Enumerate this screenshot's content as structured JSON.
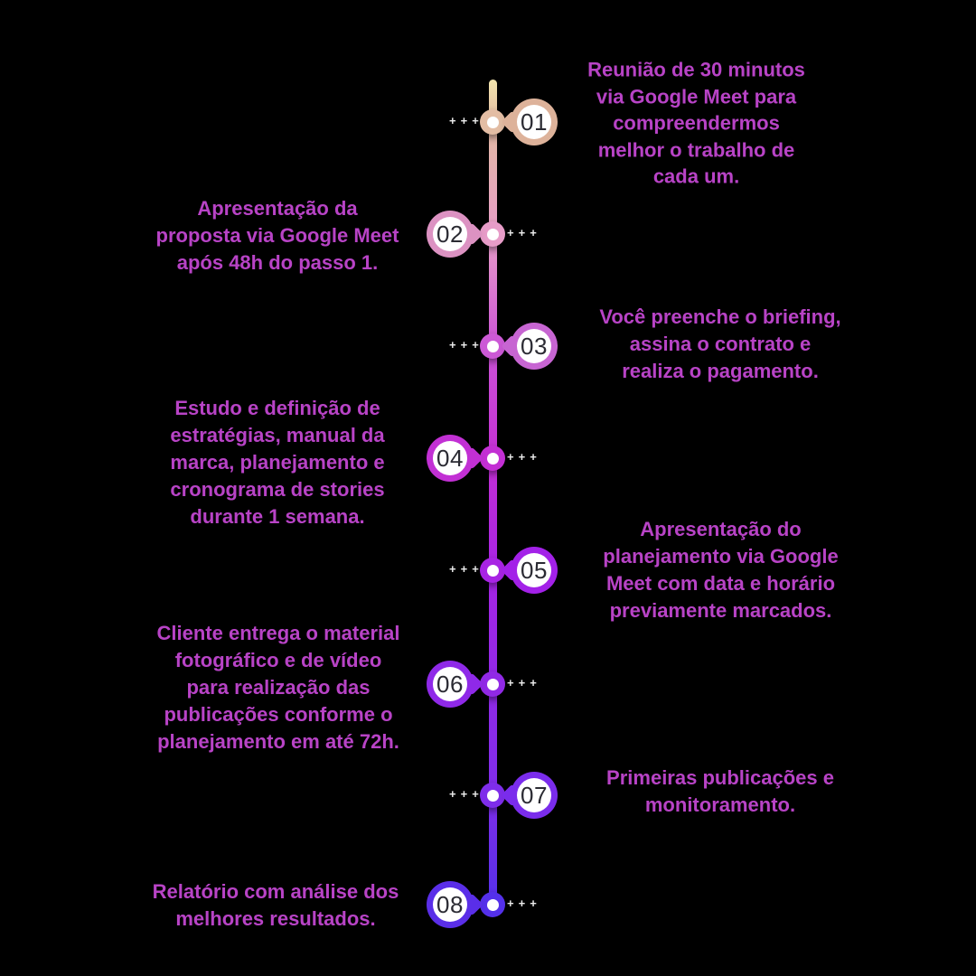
{
  "page": {
    "background_color": "#000000",
    "text_color": "#b843c6"
  },
  "timeline": {
    "line_gradient": [
      "#f2e5ae",
      "#e2bba2",
      "#e79cc8",
      "#cc54d6",
      "#c32fd4",
      "#a824e4",
      "#9129e6",
      "#7e2dea",
      "#5430ea"
    ],
    "dash_glyph": "+",
    "steps": [
      {
        "number": "01",
        "side": "right",
        "badge_color": "#ddb29a",
        "node_color": "#e3bda4",
        "text": "Reunião de 30 minutos\nvia Google Meet para\ncompreendermos\nmelhor o trabalho de\ncada um."
      },
      {
        "number": "02",
        "side": "left",
        "badge_color": "#dc92c2",
        "node_color": "#e79cc8",
        "text": "Apresentação da\nproposta via Google Meet\napós 48h do passo 1."
      },
      {
        "number": "03",
        "side": "right",
        "badge_color": "#c765d2",
        "node_color": "#cc59d6",
        "text": "Você preenche o briefing,\nassina o contrato e\nrealiza o pagamento."
      },
      {
        "number": "04",
        "side": "left",
        "badge_color": "#c230d4",
        "node_color": "#c32fd4",
        "text": "Estudo e definição de\nestratégias, manual da\nmarca, planejamento e\ncronograma de stories\ndurante 1 semana."
      },
      {
        "number": "05",
        "side": "right",
        "badge_color": "#a321e8",
        "node_color": "#a824e4",
        "text": "Apresentação do\nplanejamento via Google\nMeet com data e horário\npreviamente marcados."
      },
      {
        "number": "06",
        "side": "left",
        "badge_color": "#8f29e8",
        "node_color": "#9129e6",
        "text": "Cliente entrega o material\nfotográfico e de vídeo\npara realização das\npublicações conforme o\nplanejamento em até 72h."
      },
      {
        "number": "07",
        "side": "right",
        "badge_color": "#7a2cec",
        "node_color": "#7e2dea",
        "text": "Primeiras publicações e\nmonitoramento."
      },
      {
        "number": "08",
        "side": "left",
        "badge_color": "#5a2ee8",
        "node_color": "#5430ea",
        "text": "Relatório com análise dos\nmelhores resultados."
      }
    ]
  }
}
